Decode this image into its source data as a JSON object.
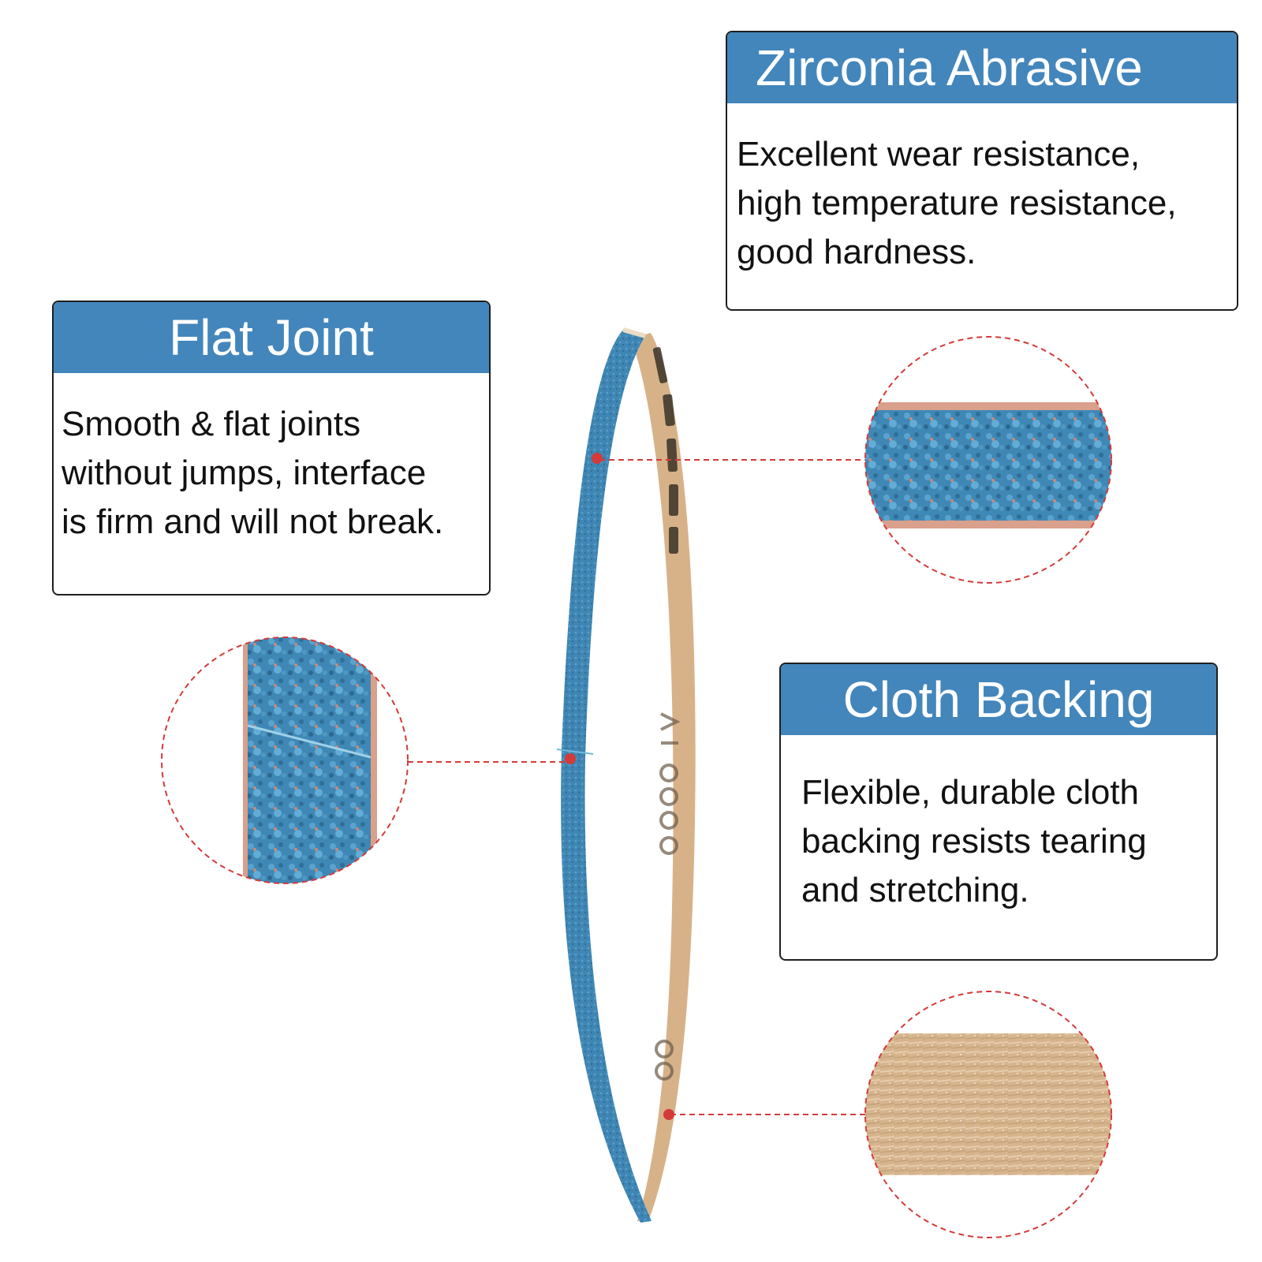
{
  "colors": {
    "accent": "#4386bc",
    "callout_line": "#d43a3a",
    "abrasive_blue": "#3f88b6",
    "backing_tan": "#d8b48c"
  },
  "callouts": {
    "zirconia": {
      "title": "Zirconia Abrasive",
      "lines": [
        "Excellent wear resistance,",
        "high temperature resistance,",
        "good hardness."
      ]
    },
    "flat_joint": {
      "title": "Flat Joint",
      "lines": [
        "Smooth & flat joints",
        "without jumps, interface",
        "is firm and will not break."
      ]
    },
    "cloth_backing": {
      "title": "Cloth Backing",
      "lines": [
        "Flexible, durable cloth",
        "backing resists tearing",
        "and stretching."
      ]
    }
  },
  "product": {
    "name": "sanding-belt"
  }
}
